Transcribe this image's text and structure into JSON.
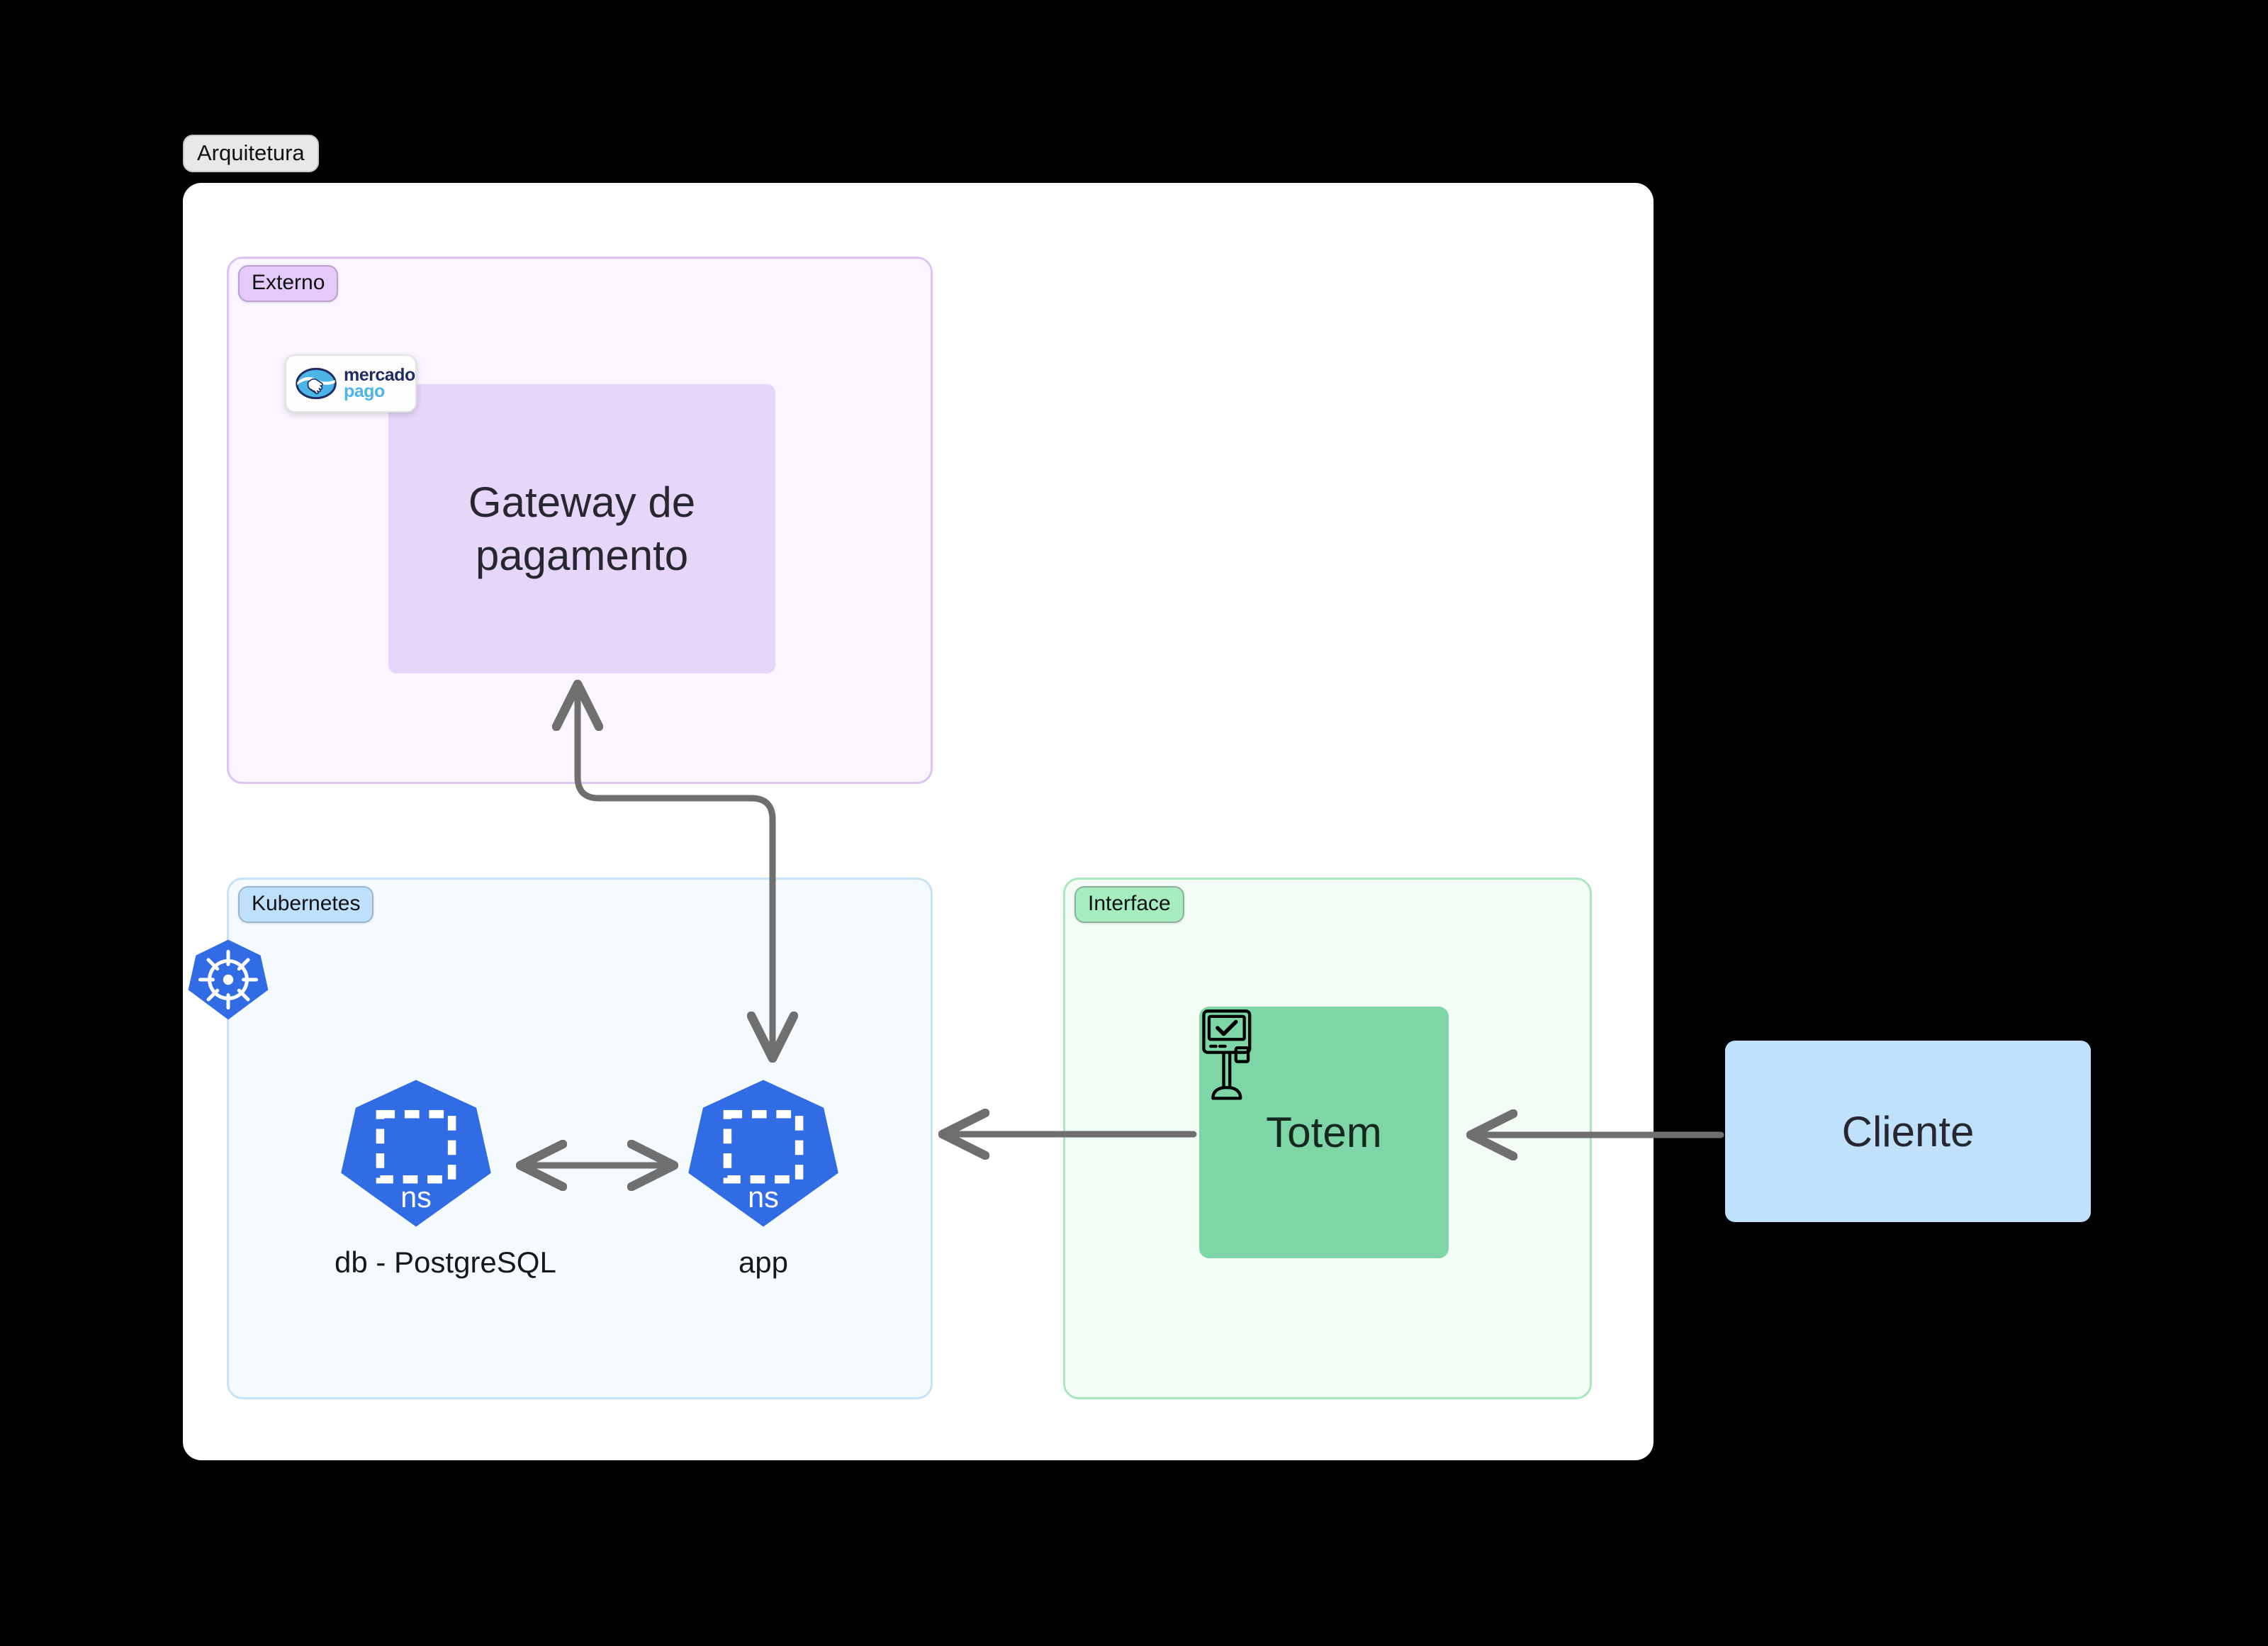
{
  "diagram": {
    "title": "Arquitetura",
    "groups": [
      {
        "id": "externo",
        "label": "Externo"
      },
      {
        "id": "kubernetes",
        "label": "Kubernetes"
      },
      {
        "id": "interface",
        "label": "Interface"
      }
    ],
    "nodes": [
      {
        "id": "gateway",
        "label": "Gateway de pagamento",
        "group": "externo",
        "color": "#e6d6f9"
      },
      {
        "id": "db",
        "label": "db - PostgreSQL",
        "group": "kubernetes",
        "icon": "kubernetes-namespace-icon",
        "icon_text": "ns"
      },
      {
        "id": "app",
        "label": "app",
        "group": "kubernetes",
        "icon": "kubernetes-namespace-icon",
        "icon_text": "ns"
      },
      {
        "id": "totem",
        "label": "Totem",
        "group": "interface",
        "color": "#7ed6a7",
        "icon": "totem-kiosk-icon"
      },
      {
        "id": "cliente",
        "label": "Cliente",
        "group": null,
        "color": "#bfe1fb"
      }
    ],
    "badges": [
      {
        "id": "mercado-pago",
        "line1": "mercado",
        "line2": "pago",
        "icon": "handshake-icon"
      },
      {
        "id": "kubernetes-logo",
        "icon": "kubernetes-helm-icon"
      }
    ],
    "edges": [
      {
        "from": "app",
        "to": "gateway",
        "direction": "bidirectional",
        "style": "orthogonal"
      },
      {
        "from": "db",
        "to": "app",
        "direction": "bidirectional",
        "style": "straight"
      },
      {
        "from": "totem",
        "to": "app",
        "direction": "single",
        "style": "straight"
      },
      {
        "from": "cliente",
        "to": "totem",
        "direction": "single",
        "style": "straight"
      }
    ],
    "colors": {
      "canvas": "#000000",
      "container": "#ffffff",
      "externo_fill": "#faf5fe",
      "externo_border": "#dcc4f5",
      "externo_label": "#e3caf8",
      "kubernetes_fill": "#f4fafe",
      "kubernetes_border": "#c5e3f7",
      "kubernetes_label": "#bfe0fb",
      "interface_fill": "#f3fcf5",
      "interface_border": "#a9e7bf",
      "interface_label": "#a5ecc0",
      "gateway_fill": "#e6d6f9",
      "totem_fill": "#7ed6a7",
      "cliente_fill": "#bfe1fb",
      "kubernetes_blue": "#326ce5",
      "edge_stroke": "#6f6f6f",
      "mercado_navy": "#1f2d63",
      "pago_blue": "#4cb4e7"
    }
  }
}
